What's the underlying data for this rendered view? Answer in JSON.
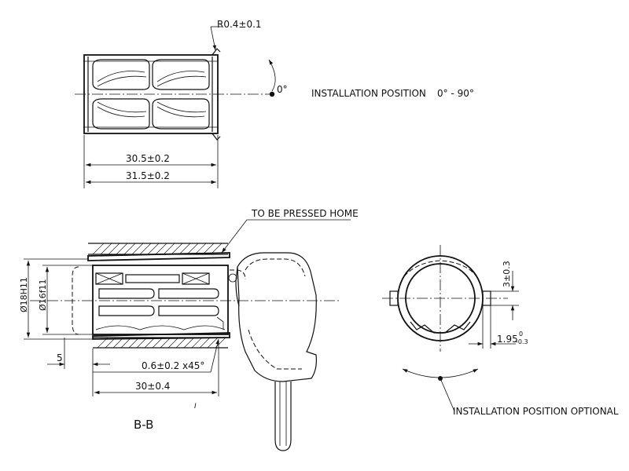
{
  "top_view": {
    "radius_label": "R0.4±0.1",
    "angle_label": "0°",
    "installation_label": "INSTALLATION POSITION",
    "installation_range": "0° - 90°",
    "dim_inner": "30.5±0.2",
    "dim_outer": "31.5±0.2"
  },
  "section_view": {
    "pressed_label": "TO BE PRESSED HOME",
    "dia_outer": "Ø18H11",
    "dia_inner": "Ø16f11",
    "dim_offset": "5",
    "dim_chamfer": "0.6±0.2 x45°",
    "dim_length": "30±0.4",
    "section_name": "B-B",
    "small_mark": "I"
  },
  "end_view": {
    "dim_tab_height": "3±0.3",
    "dim_tab_width_main": "1.95",
    "dim_tab_width_upper": "0",
    "dim_tab_width_lower": "-0.3",
    "optional_label": "INSTALLATION POSITION OPTIONAL"
  }
}
